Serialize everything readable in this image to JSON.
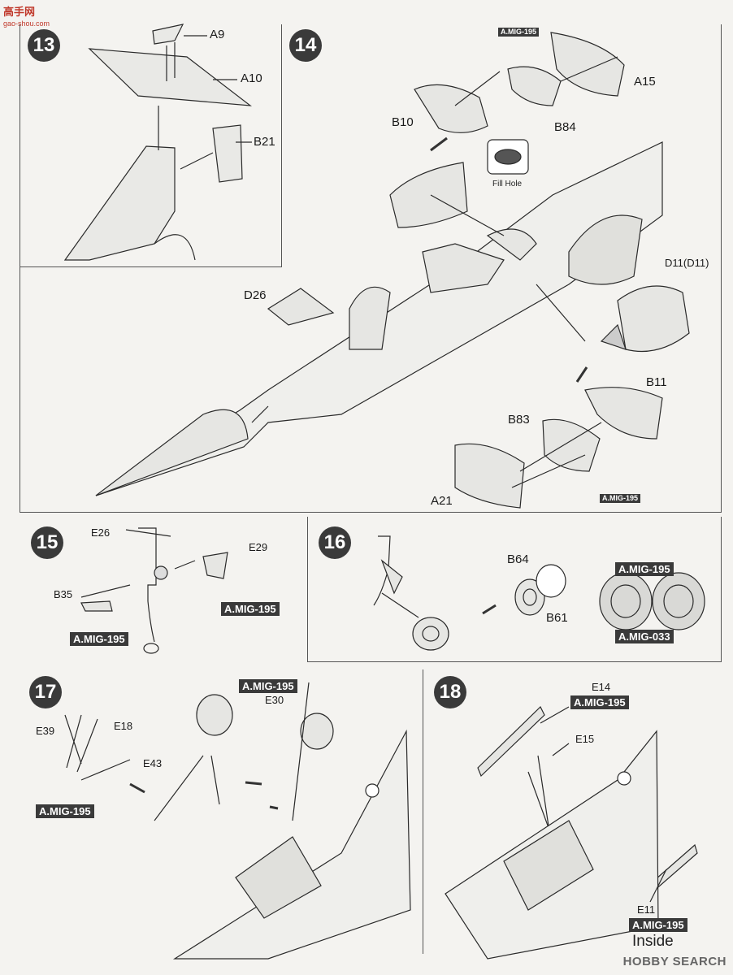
{
  "header": {
    "logo_text": "高手网",
    "logo_sub": "gao-shou.com"
  },
  "steps": [
    {
      "number": "13"
    },
    {
      "number": "14"
    },
    {
      "number": "15"
    },
    {
      "number": "16"
    },
    {
      "number": "17"
    },
    {
      "number": "18"
    }
  ],
  "step13": {
    "parts": [
      "A9",
      "A10",
      "B21"
    ]
  },
  "step14": {
    "parts": [
      "A15",
      "B10",
      "B84",
      "D11(D11)",
      "D26",
      "B11",
      "B83",
      "A21"
    ],
    "paint": [
      "A.MIG-195",
      "A.MIG-195"
    ],
    "fill_hole": "Fill Hole"
  },
  "step15": {
    "parts": [
      "E26",
      "E29",
      "B35"
    ],
    "paint": [
      "A.MIG-195",
      "A.MIG-195"
    ]
  },
  "step16": {
    "parts": [
      "B64",
      "B61"
    ],
    "paint": [
      "A.MIG-195",
      "A.MIG-033"
    ]
  },
  "step17": {
    "parts": [
      "E30",
      "E18",
      "E39",
      "E43"
    ],
    "paint": [
      "A.MIG-195",
      "A.MIG-195"
    ]
  },
  "step18": {
    "parts": [
      "E14",
      "E15",
      "E11"
    ],
    "paint": [
      "A.MIG-195",
      "A.MIG-195"
    ],
    "note": "Inside"
  },
  "footer": {
    "watermark": "HOBBY SEARCH"
  }
}
